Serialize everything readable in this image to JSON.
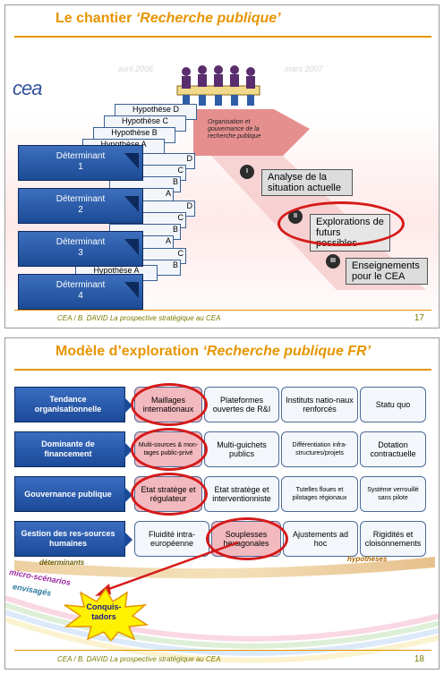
{
  "slide1": {
    "title_plain": "Le chantier ",
    "title_italic": "‘Recherche publique’",
    "logo": "cea",
    "top_left_date": "avril 2006",
    "top_right_date": "mars 2007",
    "hypotheses_back": [
      "Hypothèse D",
      "Hypothèse C",
      "Hypothèse B",
      "Hypothèse A"
    ],
    "hypothesis_fragments": [
      "D",
      "C",
      "B",
      "A",
      "D",
      "C",
      "B",
      "A",
      "C",
      "B",
      "A"
    ],
    "hypothesis_bottom": "Hypothèse A",
    "determinants": [
      {
        "label": "Déterminant",
        "num": "1"
      },
      {
        "label": "Déterminant",
        "num": "2"
      },
      {
        "label": "Déterminant",
        "num": "3"
      },
      {
        "label": "Déterminant",
        "num": "4"
      }
    ],
    "org_label": "Organisation et gouvernance de la recherche publique",
    "phases": [
      {
        "num": "I",
        "text": "Analyse de la situation actuelle"
      },
      {
        "num": "II",
        "text": "Explorations de futurs possibles"
      },
      {
        "num": "III",
        "text": "Enseignements pour le CEA"
      }
    ],
    "footer_left": "CEA / B. DAVID    La prospective stratégique au CEA",
    "page": "17"
  },
  "slide2": {
    "title_plain": "Modèle d’exploration ",
    "title_italic": "‘Recherche publique FR’",
    "rows": [
      {
        "label": "Tendance organisationnelle",
        "cells": [
          "Maillages internationaux",
          "Plateformes ouvertes de R&I",
          "Instituts natio-naux renforcés",
          "Statu quo"
        ]
      },
      {
        "label": "Dominante de financement",
        "cells": [
          "Multi-sources & mon-tages public-privé",
          "Multi-guichets publics",
          "Différentiation infra-structures/projets",
          "Dotation contractuelle"
        ]
      },
      {
        "label": "Gouvernance publique",
        "cells": [
          "Etat stratège et régulateur",
          "Etat stratège et interventionniste",
          "Tutelles floues et pilotages régionaux",
          "Système verrouillé sans pilote"
        ]
      },
      {
        "label": "Gestion des res-sources humaines",
        "cells": [
          "Fluidité intra-européenne",
          "Souplesses hexagonales",
          "Ajustements ad hoc",
          "Rigidités et cloisonnements"
        ]
      }
    ],
    "band_left": "déterminants",
    "band_right": "hypothèses",
    "micro_line1": "micro-scénarios",
    "micro_line2": "envisagés",
    "scenario": "Conquis-tadors",
    "footer_left": "CEA / B. DAVID    La prospective stratégique au CEA",
    "page": "18",
    "colors": {
      "accent": "#e69500",
      "determinant_blue": "#1b4a98",
      "highlight_red": "#d51a1a"
    }
  }
}
